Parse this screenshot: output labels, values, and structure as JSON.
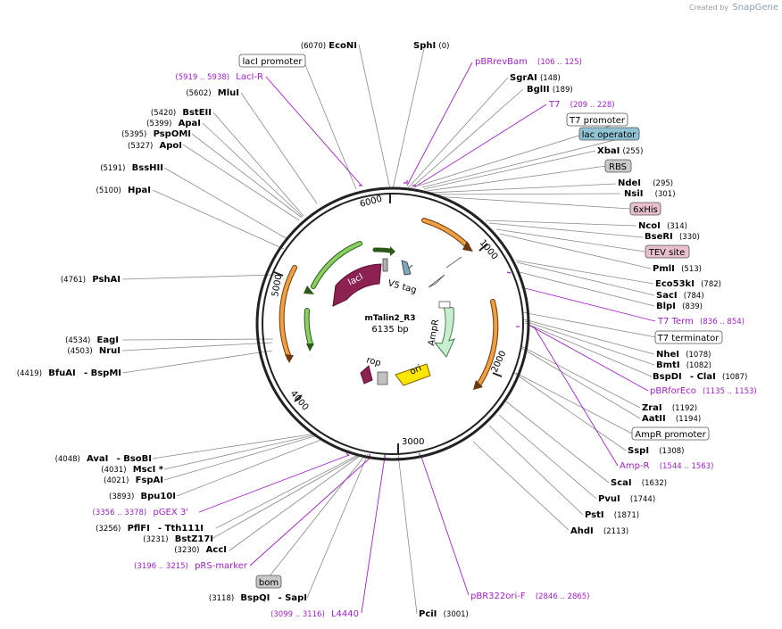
{
  "watermark": {
    "prefix": "Created by",
    "brand": "SnapGene"
  },
  "plasmid": {
    "name": "mTalin2_R3",
    "size": "6135 bp"
  },
  "ticks": [
    "6000",
    "1000",
    "2000",
    "3000",
    "4000",
    "5000"
  ],
  "feature_names": {
    "laci": "lacI",
    "v5": "V5 tag",
    "ampr": "AmpR",
    "rop": "rop",
    "ori": "ori"
  },
  "enzymes": [
    {
      "pos": "(6070)",
      "name": "EcoNI",
      "extra": ""
    },
    {
      "pos": "(0)",
      "name": "SphI",
      "extra": ""
    },
    {
      "pos": "(148)",
      "name": "SgrAI",
      "extra": ""
    },
    {
      "pos": "(189)",
      "name": "BglII",
      "extra": ""
    },
    {
      "pos": "(255)",
      "name": "XbaI",
      "extra": ""
    },
    {
      "pos": "(295)",
      "name": "NdeI",
      "extra": ""
    },
    {
      "pos": "(301)",
      "name": "NsiI",
      "extra": ""
    },
    {
      "pos": "(314)",
      "name": "NcoI",
      "extra": ""
    },
    {
      "pos": "(330)",
      "name": "BseRI",
      "extra": ""
    },
    {
      "pos": "(513)",
      "name": "PmlI",
      "extra": ""
    },
    {
      "pos": "(782)",
      "name": "Eco53kI",
      "extra": ""
    },
    {
      "pos": "(784)",
      "name": "SacI",
      "extra": ""
    },
    {
      "pos": "(839)",
      "name": "BlpI",
      "extra": ""
    },
    {
      "pos": "(1078)",
      "name": "NheI",
      "extra": ""
    },
    {
      "pos": "(1082)",
      "name": "BmtI",
      "extra": ""
    },
    {
      "pos": "(1087)",
      "name": "BspDI",
      "extra": "- ClaI"
    },
    {
      "pos": "(1192)",
      "name": "ZraI",
      "extra": ""
    },
    {
      "pos": "(1194)",
      "name": "AatII",
      "extra": ""
    },
    {
      "pos": "(1308)",
      "name": "SspI",
      "extra": ""
    },
    {
      "pos": "(1632)",
      "name": "ScaI",
      "extra": ""
    },
    {
      "pos": "(1744)",
      "name": "PvuI",
      "extra": ""
    },
    {
      "pos": "(1871)",
      "name": "PstI",
      "extra": ""
    },
    {
      "pos": "(2113)",
      "name": "AhdI",
      "extra": ""
    },
    {
      "pos": "(3001)",
      "name": "PciI",
      "extra": ""
    },
    {
      "pos": "(3118)",
      "name": "BspQI",
      "extra": "- SapI"
    },
    {
      "pos": "(3230)",
      "name": "AccI",
      "extra": ""
    },
    {
      "pos": "(3231)",
      "name": "BstZ17I",
      "extra": ""
    },
    {
      "pos": "(3256)",
      "name": "PflFI",
      "extra": "- Tth111I"
    },
    {
      "pos": "(3893)",
      "name": "Bpu10I",
      "extra": ""
    },
    {
      "pos": "(4021)",
      "name": "FspAI",
      "extra": ""
    },
    {
      "pos": "(4031)",
      "name": "MscI *",
      "extra": ""
    },
    {
      "pos": "(4048)",
      "name": "AvaI",
      "extra": "- BsoBI"
    },
    {
      "pos": "(4419)",
      "name": "BfuAI",
      "extra": "- BspMI"
    },
    {
      "pos": "(4503)",
      "name": "NruI",
      "extra": ""
    },
    {
      "pos": "(4534)",
      "name": "EagI",
      "extra": ""
    },
    {
      "pos": "(4761)",
      "name": "PshAI",
      "extra": ""
    },
    {
      "pos": "(5100)",
      "name": "HpaI",
      "extra": ""
    },
    {
      "pos": "(5191)",
      "name": "BssHII",
      "extra": ""
    },
    {
      "pos": "(5327)",
      "name": "ApoI",
      "extra": ""
    },
    {
      "pos": "(5395)",
      "name": "PspOMI",
      "extra": ""
    },
    {
      "pos": "(5399)",
      "name": "ApaI",
      "extra": ""
    },
    {
      "pos": "(5420)",
      "name": "BstEII",
      "extra": ""
    },
    {
      "pos": "(5602)",
      "name": "MluI",
      "extra": ""
    }
  ],
  "primers": [
    {
      "name": "pBRrevBam",
      "range": "(106 .. 125)"
    },
    {
      "name": "T7",
      "range": "(209 .. 228)"
    },
    {
      "name": "T7 Term",
      "range": "(836 .. 854)"
    },
    {
      "name": "pBRforEco",
      "range": "(1135 .. 1153)"
    },
    {
      "name": "Amp-R",
      "range": "(1544 .. 1563)"
    },
    {
      "name": "pBR322ori-F",
      "range": "(2846 .. 2865)"
    },
    {
      "name": "L4440",
      "range": "(3099 .. 3116)"
    },
    {
      "name": "pRS-marker",
      "range": "(3196 .. 3215)"
    },
    {
      "name": "pGEX 3'",
      "range": "(3356 .. 3378)"
    },
    {
      "name": "LacI-R",
      "range": "(5919 .. 5938)"
    }
  ],
  "boxes": [
    {
      "text": "lacI promoter",
      "fill": "#ffffff"
    },
    {
      "text": "T7 promoter",
      "fill": "#ffffff"
    },
    {
      "text": "lac operator",
      "fill": "#8fc3d4"
    },
    {
      "text": "RBS",
      "fill": "#c8c8c8"
    },
    {
      "text": "6xHis",
      "fill": "#e8c0cc"
    },
    {
      "text": "TEV site",
      "fill": "#e8c0cc"
    },
    {
      "text": "T7 terminator",
      "fill": "#ffffff"
    },
    {
      "text": "AmpR promoter",
      "fill": "#ffffff"
    },
    {
      "text": "bom",
      "fill": "#c8c8c8"
    }
  ],
  "colors": {
    "primer": "#a020c8",
    "laci": "#8b2252",
    "green": "#4ca626",
    "orange": "#e08a2a",
    "ori": "#ffe600",
    "ampr_fill": "#c8eed0"
  }
}
